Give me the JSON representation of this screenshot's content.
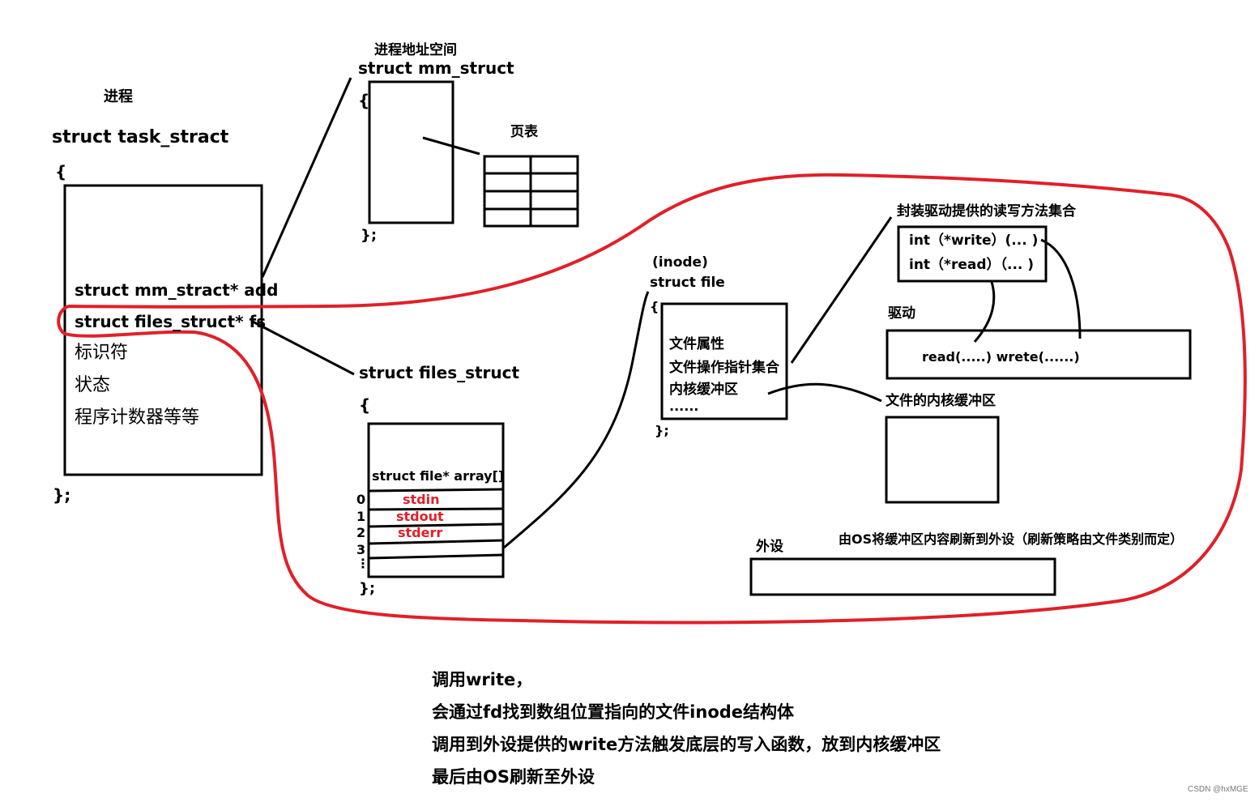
{
  "process": {
    "title": "进程",
    "struct_header": "struct  task_stract",
    "open_brace": "{",
    "close_brace": "};",
    "field_mm": "struct mm_stract* add",
    "field_files": "struct files_struct* fs",
    "field_id": "标识符",
    "field_state": "状态",
    "field_pc": "程序计数器等等"
  },
  "mm": {
    "title": "进程地址空间",
    "struct_header": "struct mm_struct",
    "open_brace": "{",
    "close_brace": "};",
    "page_table_label": "页表"
  },
  "files_struct": {
    "struct_header": "struct files_struct",
    "open_brace": "{",
    "close_brace": "};",
    "array_label": "struct file* array[]",
    "indices": [
      "0",
      "1",
      "2",
      "3",
      "⋮"
    ],
    "entries": [
      "stdin",
      "stdout",
      "stderr"
    ]
  },
  "file": {
    "inode_label": "(inode)",
    "struct_header": "struct file",
    "open_brace": "{",
    "close_brace": "};",
    "attr": "文件属性",
    "ops": "文件操作指针集合",
    "buffer": "内核缓冲区",
    "more": "......"
  },
  "driver_ops": {
    "title": "封装驱动提供的读写方法集合",
    "write_sig": "int（*write）(... )",
    "read_sig": "int（*read）（... )"
  },
  "driver": {
    "title": "驱动",
    "methods": "read(.....)  wrete(......)"
  },
  "kernel_buffer": {
    "title": "文件的内核缓冲区"
  },
  "peripheral": {
    "title": "外设",
    "flush_note": "由OS将缓冲区内容刷新到外设（刷新策略由文件类别而定）"
  },
  "summary": [
    "调用write，",
    "会通过fd找到数组位置指向的文件inode结构体",
    "调用到外设提供的write方法触发底层的写入函数，放到内核缓冲区",
    "最后由OS刷新至外设"
  ],
  "watermark": "CSDN @hxMGE",
  "colors": {
    "ink": "#000000",
    "highlight": "#e0202a"
  }
}
